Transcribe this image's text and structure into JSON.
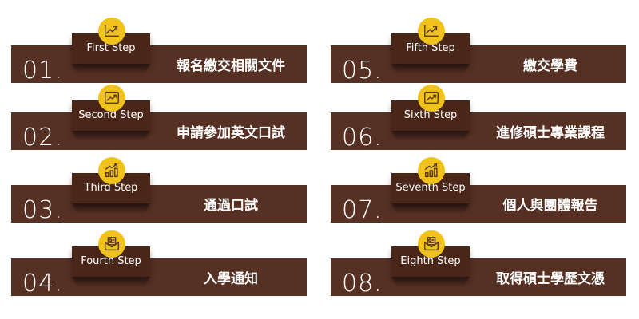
{
  "accent_color": "#f0c21b",
  "bar_color": "#573024",
  "steps": [
    {
      "number": "01.",
      "label": "First Step",
      "text": "報名繳交相關文件",
      "icon": "growth-chart-icon"
    },
    {
      "number": "02.",
      "label": "Second Step",
      "text": "申請參加英文口試",
      "icon": "monitor-chart-icon"
    },
    {
      "number": "03.",
      "label": "Third Step",
      "text": "通過口試",
      "icon": "bar-chart-icon"
    },
    {
      "number": "04.",
      "label": "Fourth Step",
      "text": "入學通知",
      "icon": "mail-document-icon"
    },
    {
      "number": "05.",
      "label": "Fifth Step",
      "text": "繳交學費",
      "icon": "growth-chart-icon"
    },
    {
      "number": "06.",
      "label": "Sixth Step",
      "text": "進修碩士專業課程",
      "icon": "monitor-chart-icon"
    },
    {
      "number": "07.",
      "label": "Seventh Step",
      "text": "個人與團體報告",
      "icon": "bar-chart-icon"
    },
    {
      "number": "08.",
      "label": "Eighth Step",
      "text": "取得碩士學歷文憑",
      "icon": "mail-document-icon"
    }
  ]
}
